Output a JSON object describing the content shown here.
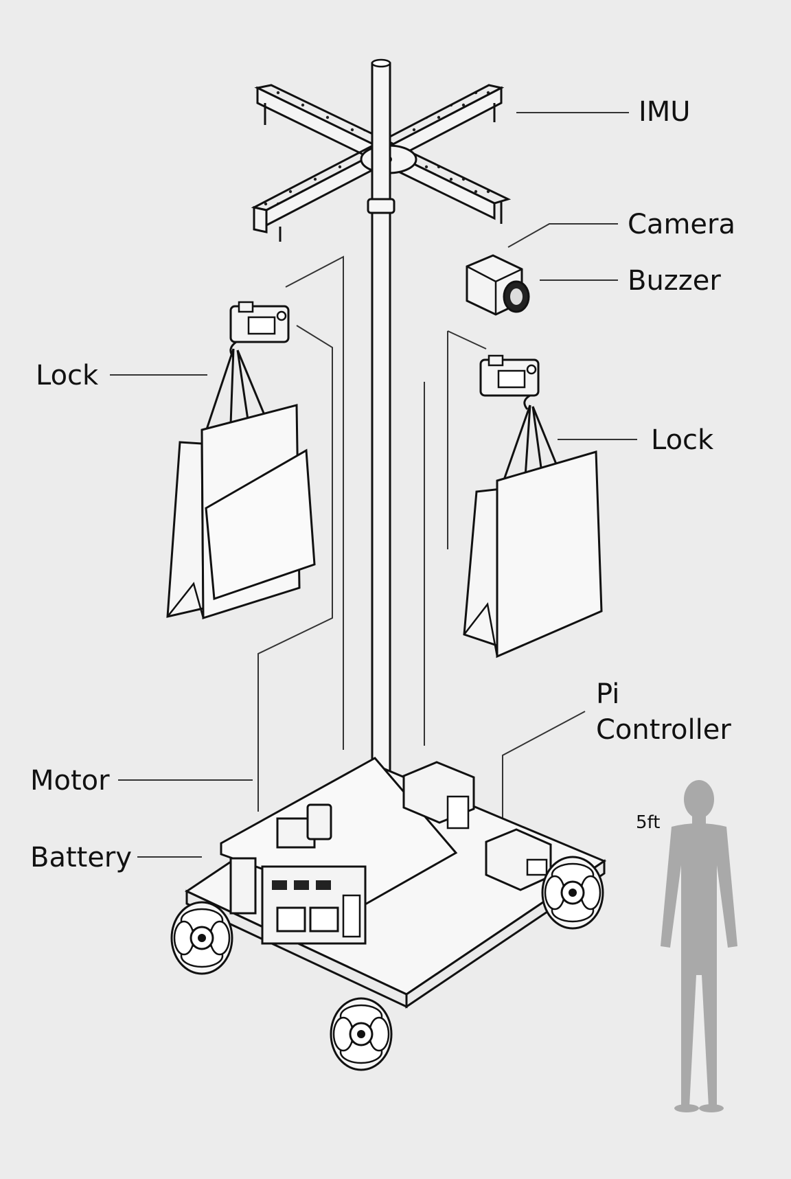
{
  "labels": {
    "imu": "IMU",
    "camera": "Camera",
    "buzzer": "Buzzer",
    "lock_left": "Lock",
    "lock_right": "Lock",
    "pi_controller_line1": "Pi",
    "pi_controller_line2": "Controller",
    "motor": "Motor",
    "battery": "Battery"
  },
  "scale_label": "5ft",
  "colors": {
    "background": "#ececec",
    "ink": "#111111",
    "silhouette": "#a9a9a9"
  }
}
